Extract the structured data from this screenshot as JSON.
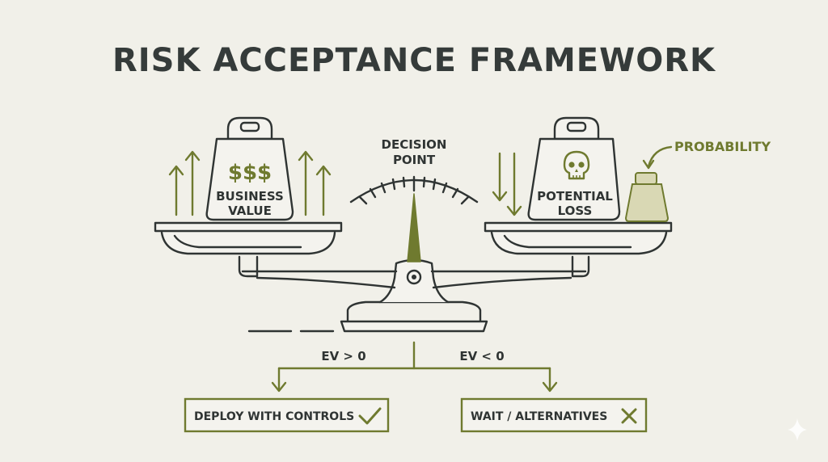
{
  "title": "RISK ACCEPTANCE FRAMEWORK",
  "decision_point": {
    "line1": "DECISION",
    "line2": "POINT"
  },
  "left_weight": {
    "symbol": "$$$",
    "line1": "BUSINESS",
    "line2": "VALUE"
  },
  "right_weight": {
    "line1": "POTENTIAL",
    "line2": "LOSS",
    "icon": "skull-icon"
  },
  "probability_label": "PROBABILITY",
  "branches": {
    "left_condition": "EV > 0",
    "right_condition": "EV < 0"
  },
  "outcomes": {
    "left": {
      "label": "DEPLOY WITH CONTROLS",
      "icon": "check-icon"
    },
    "right": {
      "label": "WAIT / ALTERNATIVES",
      "icon": "x-icon"
    }
  },
  "colors": {
    "background": "#f1f0e9",
    "ink": "#2f3433",
    "accent_green": "#6f7a2f"
  }
}
